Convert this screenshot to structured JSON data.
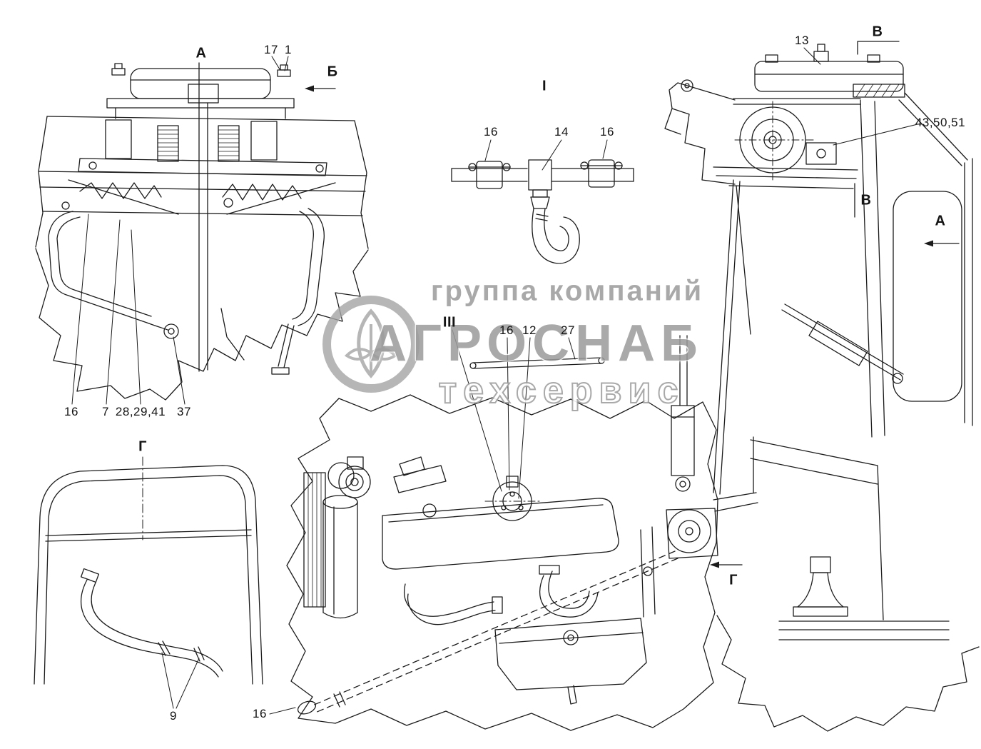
{
  "figure": {
    "kind": "technical parts diagram",
    "stroke_color": "#1b1b1b",
    "watermark_color": "#9b9b9b"
  },
  "callouts": {
    "view_a_left": "А",
    "part_17": "17",
    "part_1": "1",
    "view_b": "Б",
    "detail_i": "I",
    "part_16_detail_left": "16",
    "part_14": "14",
    "part_16_detail_right": "16",
    "part_13": "13",
    "view_v_upper": "В",
    "parts_43_50_51": "43,50,51",
    "view_v_lower": "В",
    "view_a_right": "А",
    "part_16_left": "16",
    "part_7": "7",
    "parts_28_29_41": "28,29,41",
    "part_37": "37",
    "view_g_left": "Г",
    "detail_iii": "III",
    "part_16_engine": "16",
    "part_12": "12",
    "part_27": "27",
    "view_g_right": "Г",
    "part_9": "9",
    "part_16_bottom": "16"
  },
  "watermark": {
    "line1": "группа компаний",
    "line2": "АГРОСНАБ",
    "line3": "техсервис"
  }
}
